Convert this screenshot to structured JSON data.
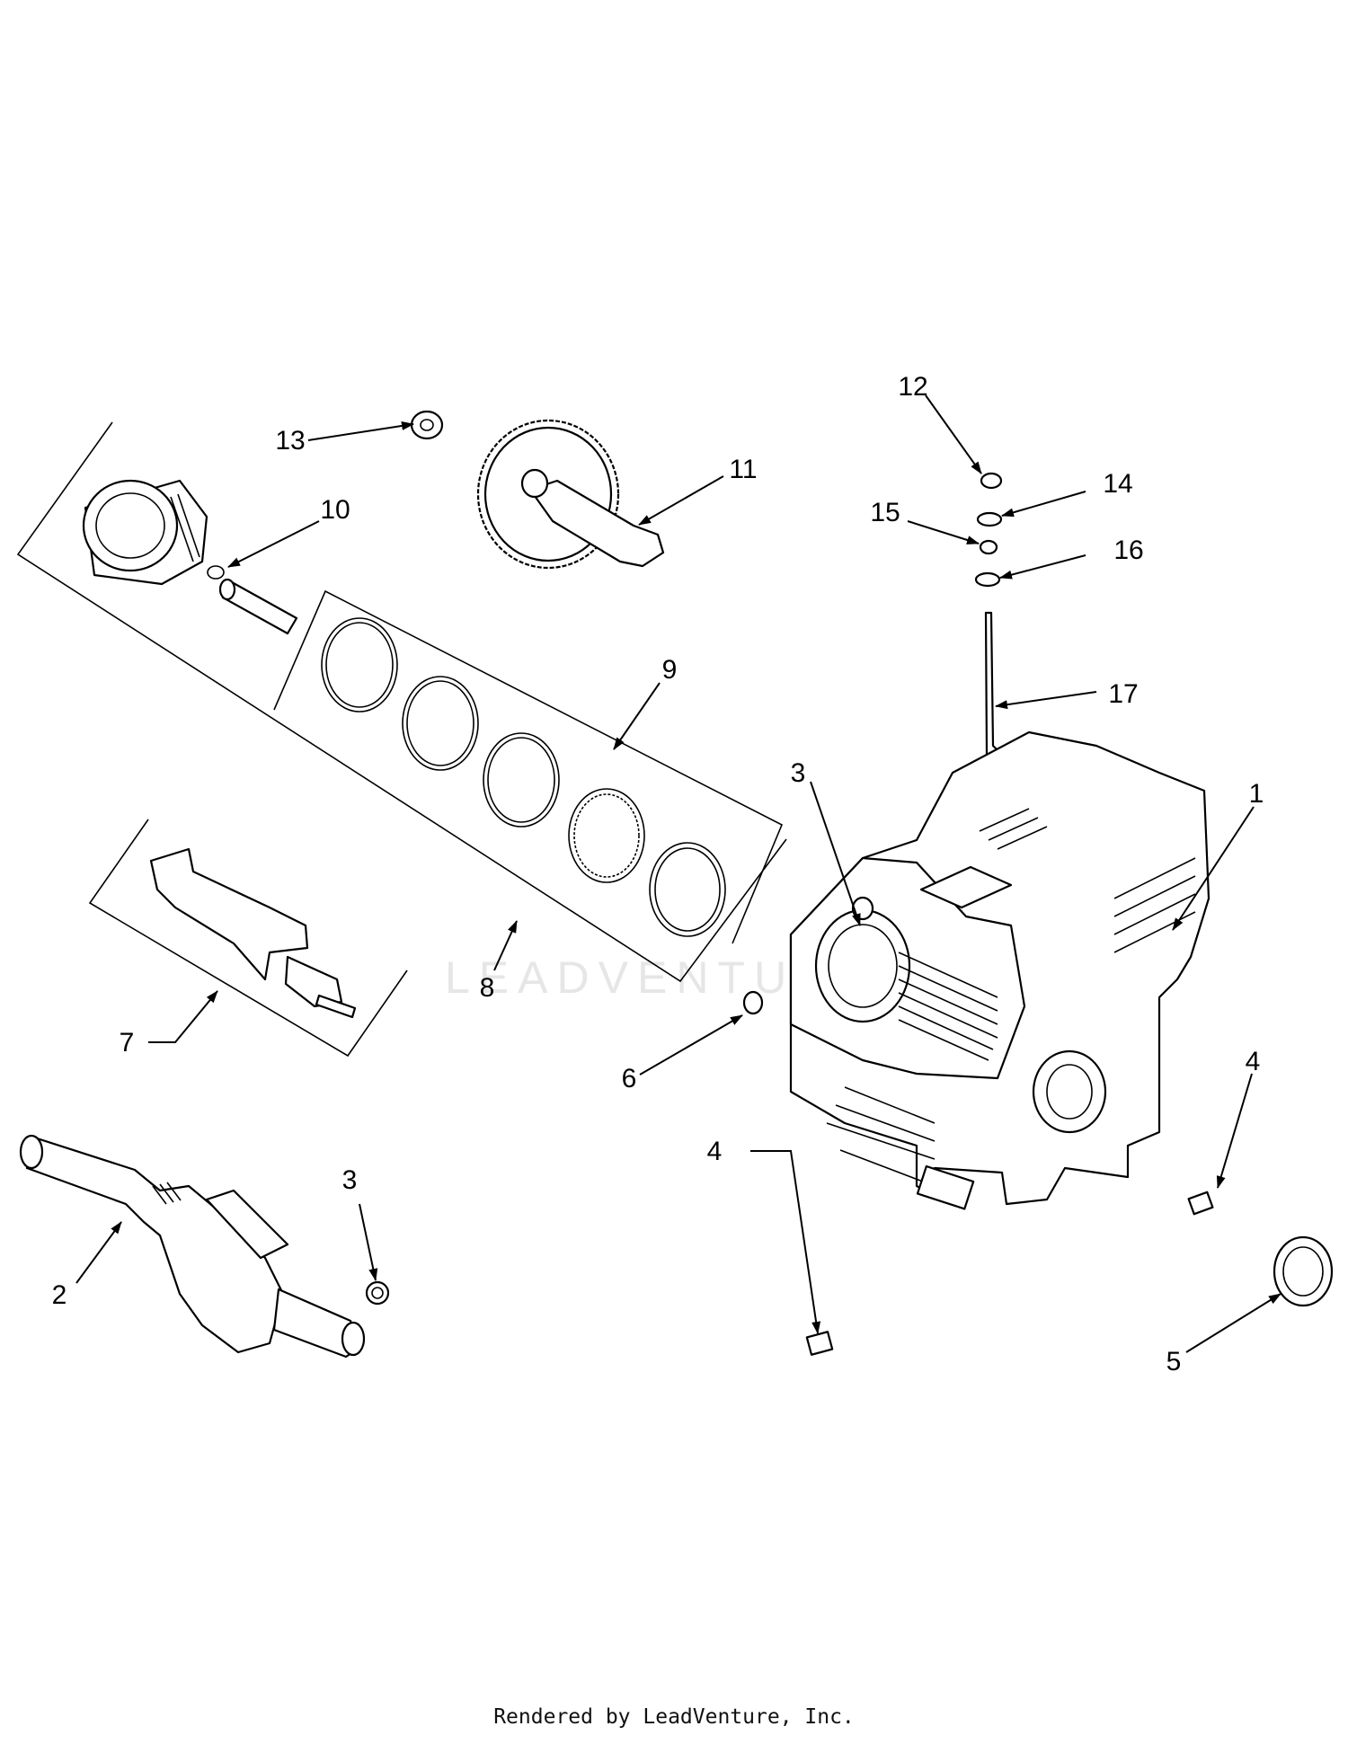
{
  "callouts": [
    "1",
    "2",
    "3",
    "3",
    "4",
    "4",
    "5",
    "6",
    "7",
    "8",
    "9",
    "10",
    "11",
    "12",
    "13",
    "14",
    "15",
    "16",
    "17"
  ],
  "watermark": "LEADVENTURE",
  "footer": "Rendered by LeadVenture, Inc."
}
